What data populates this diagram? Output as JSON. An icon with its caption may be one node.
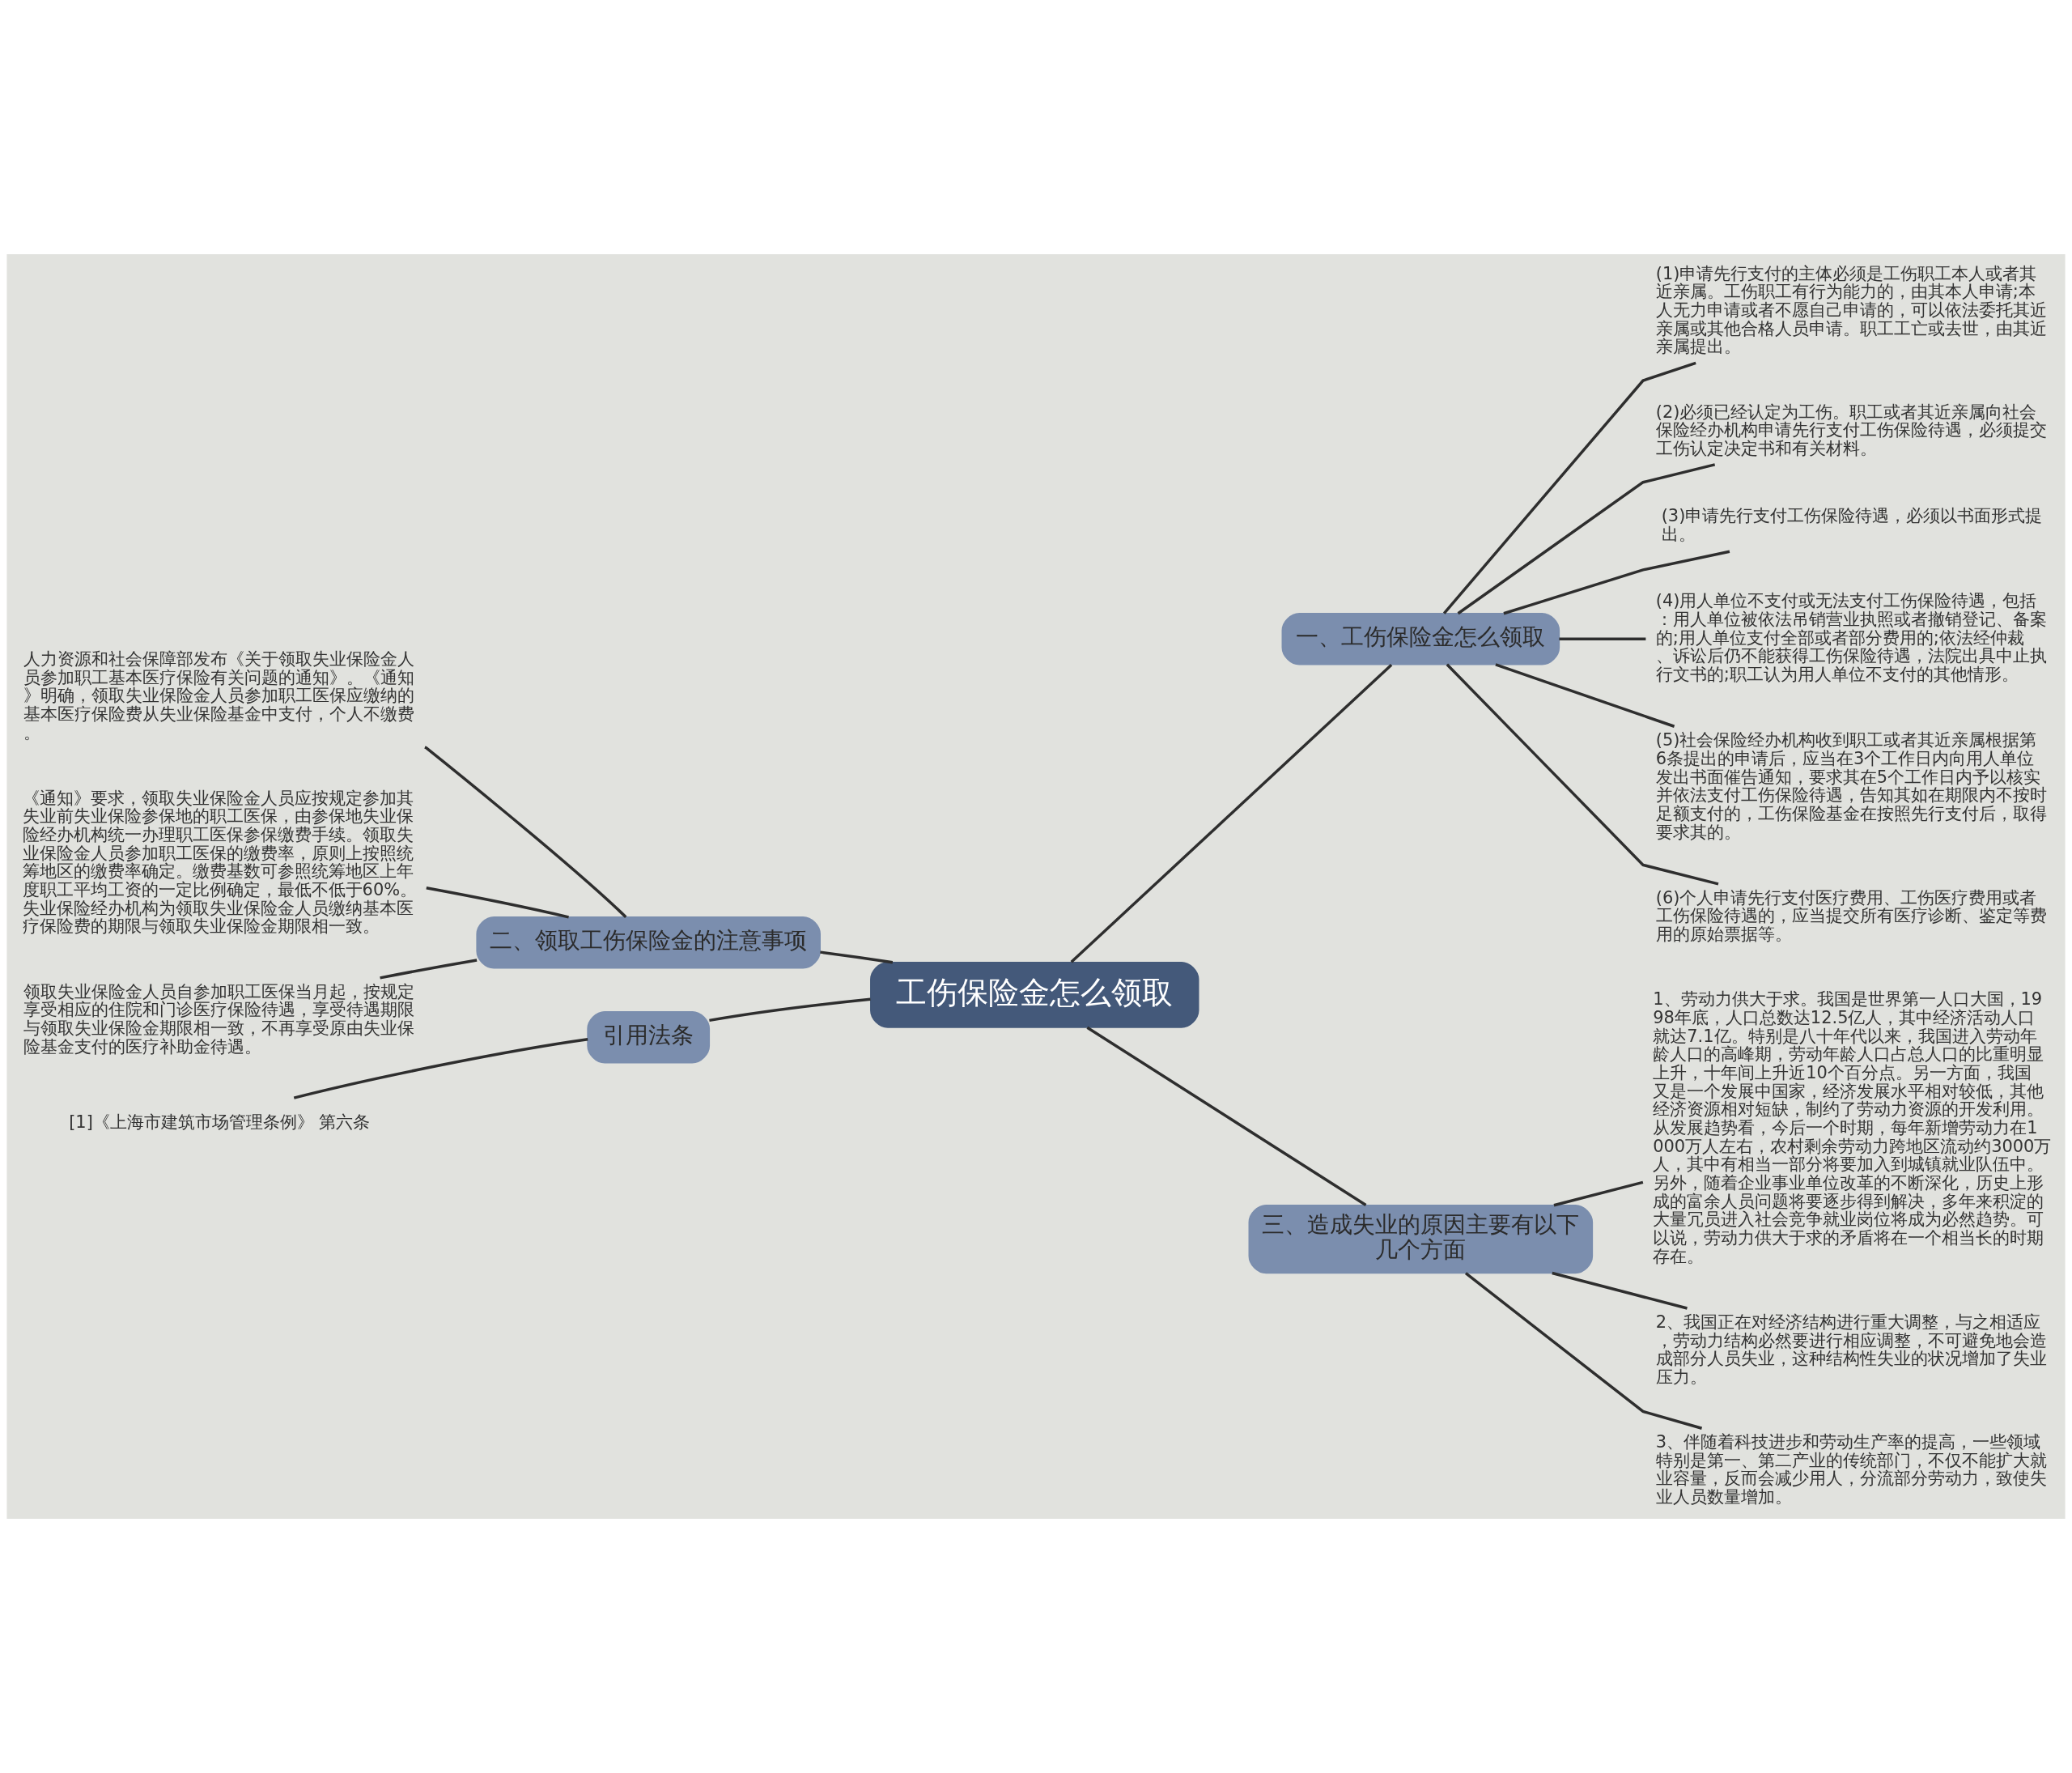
{
  "diagram": {
    "nodes": [
      {
        "text": [
          "工伤保险金怎么领取"
        ]
      },
      {
        "text": [
          "一、工伤保险金怎么领取"
        ]
      },
      {
        "text": [
          "(1)申请先行支付的主体必须是工伤职工本人或者其近亲属。工伤职工有行为能力的，由其本人申请;本人无力申请或者不愿自己申请的，可以依法委托其近亲属或其他合格人员申请。职工工亡或去世，由其近亲属提出。"
        ]
      },
      {
        "text": [
          "(2)必须已经认定为工伤。职工或者其近亲属向社会保险经办机构申请先行支付工伤保险待遇，必须提交工伤认定决定书和有关材料。"
        ]
      },
      {
        "text": [
          "(3)申请先行支付工伤保险待遇，必须以书面形式提出。"
        ]
      },
      {
        "text": [
          "(4)用人单位不支付或无法支付工伤保险待遇，包括：用人单位被依法吊销营业执照或者撤销登记、备案的;用人单位支付全部或者部分费用的;依法经仲裁、诉讼后仍不能获得工伤保险待遇，法院出具中止执行文书的;职工认为用人单位不支付的其他情形。"
        ]
      },
      {
        "text": [
          "(5)社会保险经办机构收到职工或者其近亲属根据第6条提出的申请后，应当在3个工作日内向用人单位发出书面催告通知，要求其在5个工作日内予以核实并依法支付工伤保险待遇，告知其如在期限内不按时足额支付的，工伤保险基金在按照先行支付后，取得要求其的。"
        ]
      },
      {
        "text": [
          "(6)个人申请先行支付医疗费用、工伤医疗费用或者工伤保险待遇的，应当提交所有医疗诊断、鉴定等费用的原始票据等。"
        ]
      },
      {
        "text": [
          "二、领取工伤保险金的注意事项"
        ]
      },
      {
        "text": [
          "人力资源和社会保障部发布《关于领取失业保险金人员参加职工基本医疗保险有关问题的通知》。《通知》明确，领取失业保险金人员参加职工医保应缴纳的基本医疗保险费从失业保险基金中支付，个人不缴费。"
        ]
      },
      {
        "text": [
          "《通知》要求，领取失业保险金人员应按规定参加其失业前失业保险参保地的职工医保，由参保地失业保险经办机构统一办理职工医保参保缴费手续。领取失业保险金人员参加职工医保的缴费率，原则上按照统筹地区的缴费率确定。缴费基数可参照统筹地区上年度职工平均工资的一定比例确定，最低不低于60%。失业保险经办机构为领取失业保险金人员缴纳基本医疗保险费的期限与领取失业保险金期限相一致。"
        ]
      },
      {
        "text": [
          "领取失业保险金人员自参加职工医保当月起，按规定享受相应的住院和门诊医疗保险待遇，享受待遇期限与领取失业保险金期限相一致，不再享受原由失业保险基金支付的医疗补助金待遇。"
        ]
      },
      {
        "text": [
          "引用法条"
        ]
      },
      {
        "text": [
          "[1]《上海市建筑市场管理条例》 第六条"
        ]
      },
      {
        "text": [
          "三、造成失业的原因主要有以下几个方面"
        ]
      },
      {
        "text": [
          "1、劳动力供大于求。我国是世界第一人口大国，1998年底，人口总数达12.5亿人，其中经济活动人口就达7.1亿。特别是八十年代以来，我国进入劳动年龄人口的高峰期，劳动年龄人口占总人口的比重明显上升，十年间上升近10个百分点。另一方面，我国又是一个发展中国家，经济发展水平相对较低，其他经济资源相对短缺，制约了劳动力资源的开发利用。从发展趋势看，今后一个时期，每年新增劳动力在1000万人左右，农村剩余劳动力跨地区流动约3000万人，其中有相当一部分将要加入到城镇就业队伍中。另外，随着企业事业单位改革的不断深化，历史上形成的富余人员问题将要逐步得到解决，多年来积淀的大量冗员进入社会竞争就业岗位将成为必然趋势。可以说，劳动力供大于求的矛盾将在一个相当长的时期存在。"
        ]
      },
      {
        "text": [
          "2、我国正在对经济结构进行重大调整，与之相适应，劳动力结构必然要进行相应调整，不可避免地会造成部分人员失业，这种结构性失业的状况增加了失业压力。"
        ]
      },
      {
        "text": [
          "3、伴随着科技进步和劳动生产率的提高，一些领域特别是第一、第二产业的传统部门，不仅不能扩大就业容量，反而会减少用人，分流部分劳动力，致使失业人员数量增加。"
        ]
      }
    ],
    "edges": [
      {
        "from": 0,
        "to": 1,
        "arrow": "none"
      },
      {
        "from": 1,
        "to": 2,
        "arrow": "none"
      },
      {
        "from": 1,
        "to": 3,
        "arrow": "none"
      },
      {
        "from": 1,
        "to": 4,
        "arrow": "none"
      },
      {
        "from": 1,
        "to": 5,
        "arrow": "none"
      },
      {
        "from": 1,
        "to": 6,
        "arrow": "none"
      },
      {
        "from": 1,
        "to": 7,
        "arrow": "none"
      },
      {
        "from": 0,
        "to": 8,
        "arrow": "none"
      },
      {
        "from": 8,
        "to": 9,
        "arrow": "none"
      },
      {
        "from": 8,
        "to": 10,
        "arrow": "none"
      },
      {
        "from": 8,
        "to": 11,
        "arrow": "none"
      },
      {
        "from": 0,
        "to": 12,
        "arrow": "none"
      },
      {
        "from": 12,
        "to": 13,
        "arrow": "none"
      },
      {
        "from": 0,
        "to": 14,
        "arrow": "none"
      },
      {
        "from": 14,
        "to": 15,
        "arrow": "none"
      },
      {
        "from": 14,
        "to": 16,
        "arrow": "none"
      },
      {
        "from": 14,
        "to": 17,
        "arrow": "none"
      }
    ]
  }
}
